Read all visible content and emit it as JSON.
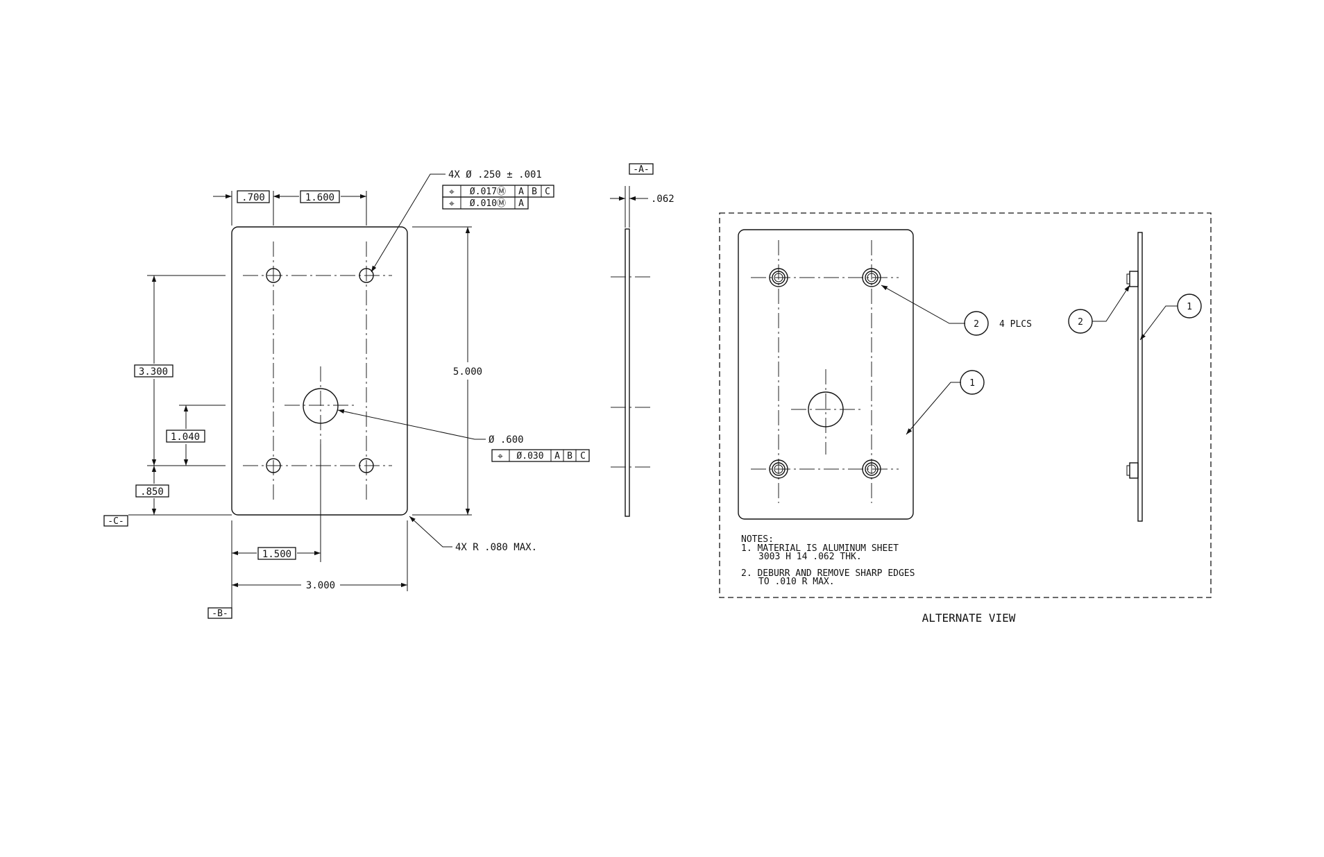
{
  "dims": {
    "d700": ".700",
    "d1600": "1.600",
    "d3300": "3.300",
    "d1040": "1.040",
    "d850": ".850",
    "d5000": "5.000",
    "d1500": "1.500",
    "d3000": "3.000",
    "d062": ".062"
  },
  "datums": {
    "a": "-A-",
    "b": "-B-",
    "c": "-C-"
  },
  "holes_callout": {
    "size": "4X Ø .250 ± .001",
    "fcf1": {
      "tol": "Ø.017Ⓜ",
      "d1": "A",
      "d2": "B",
      "d3": "C"
    },
    "fcf2": {
      "tol": "Ø.010Ⓜ",
      "d1": "A"
    }
  },
  "center_hole_callout": {
    "size": "Ø .600",
    "fcf": {
      "tol": "Ø.030",
      "d1": "A",
      "d2": "B",
      "d3": "C"
    }
  },
  "corner_radius": "4X R .080 MAX.",
  "position_symbol": "⌖",
  "balloons": {
    "b1": "1",
    "b2": "2",
    "qty": "4 PLCS"
  },
  "notes": {
    "title": "NOTES:",
    "n1a": "1. MATERIAL IS ALUMINUM SHEET",
    "n1b": "3003 H 14 .062 THK.",
    "n2a": "2. DEBURR AND REMOVE SHARP EDGES",
    "n2b": "TO .010 R MAX."
  },
  "alternate_view_label": "ALTERNATE VIEW"
}
